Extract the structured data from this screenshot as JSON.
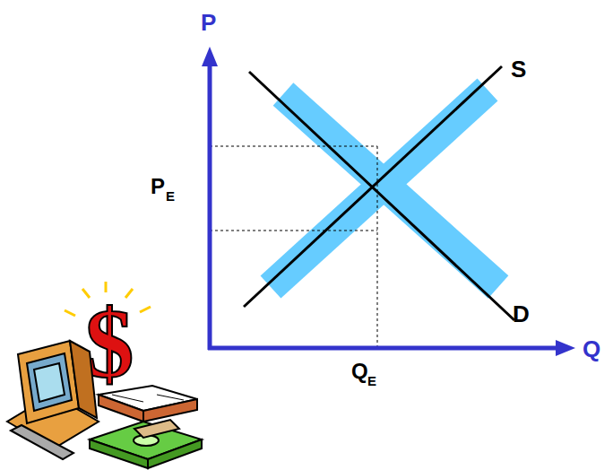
{
  "diagram": {
    "labels": [
      "P",
      "Q",
      "P",
      "E",
      "Q",
      "E",
      "S",
      "D"
    ]
  }
}
